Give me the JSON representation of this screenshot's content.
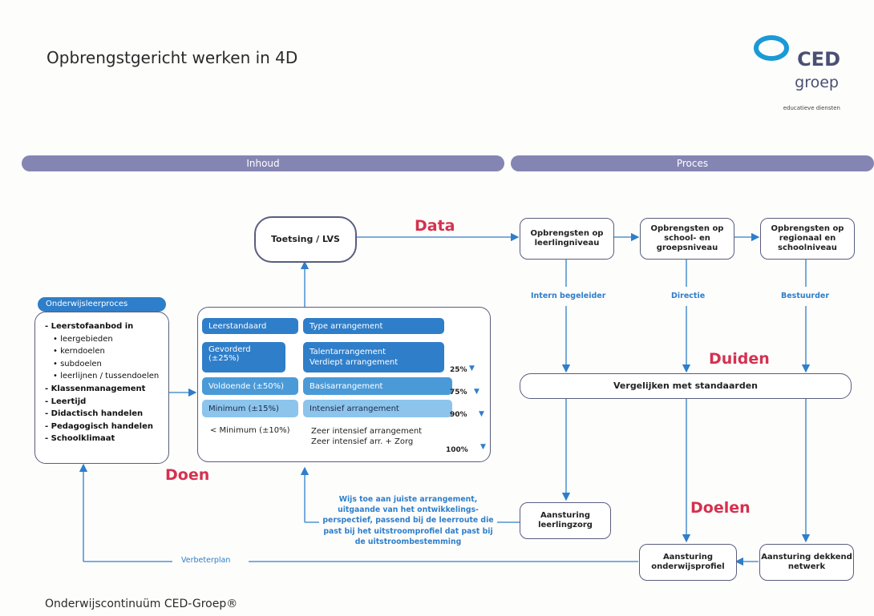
{
  "title": "Opbrengstgericht werken in 4D",
  "footer": "Onderwijscontinuüm CED-Groep®",
  "logo": {
    "name": "CED",
    "sub": "groep",
    "tagline": "educatieve diensten"
  },
  "headers": {
    "left": "Inhoud",
    "right": "Proces"
  },
  "toetsing": "Toetsing / LVS",
  "labels": {
    "data": "Data",
    "duiden": "Duiden",
    "doen": "Doen",
    "doelen": "Doelen"
  },
  "opbrengsten": [
    "Opbrengsten op leerlingniveau",
    "Opbrengsten op school- en groepsniveau",
    "Opbrengsten op regionaal en schoolniveau"
  ],
  "roles": [
    "Intern begeleider",
    "Directie",
    "Bestuurder"
  ],
  "vergelijken": "Vergelijken met standaarden",
  "aansturing": {
    "leerlingzorg": "Aansturing leerlingzorg",
    "onderwijsprofiel": "Aansturing onderwijsprofiel",
    "netwerk": "Aansturing dekkend netwerk"
  },
  "verbeterplan": "Verbeterplan",
  "wijs_toe": "Wijs toe aan juiste arrangement, uitgaande van het ontwikkelings-perspectief, passend bij de leerroute die past bij het uitstroomprofiel dat past bij de uitstroombestemming",
  "onderwijsleerproces": {
    "header": "Onderwijsleerproces",
    "leerstofaanbod": "Leerstofaanbod in",
    "sub_items": [
      "leergebieden",
      "kerndoelen",
      "subdoelen",
      "leerlijnen / tussendoelen"
    ],
    "items": [
      "Klassenmanagement",
      "Leertijd",
      "Didactisch handelen",
      "Pedagogisch handelen",
      "Schoolklimaat"
    ]
  },
  "table": {
    "header_left": "Leerstandaard",
    "header_right": "Type arrangement",
    "rows": [
      {
        "standard": "Gevorderd (±25%)",
        "arrangement1": "Talentarrangement",
        "arrangement2": "Verdiept arrangement",
        "pct": "25%"
      },
      {
        "standard": "Voldoende (±50%)",
        "arrangement1": "Basisarrangement",
        "arrangement2": "",
        "pct": "75%"
      },
      {
        "standard": "Minimum (±15%)",
        "arrangement1": "Intensief arrangement",
        "arrangement2": "",
        "pct": "90%"
      },
      {
        "standard": "< Minimum (±10%)",
        "arrangement1": "Zeer intensief arrangement",
        "arrangement2": "Zeer intensief arr. + Zorg",
        "pct": "100%"
      }
    ]
  },
  "colors": {
    "dark_blue": "#2f7ec9",
    "mid_blue": "#4a9ad8",
    "light_blue": "#8cc4ec",
    "red": "#d5314f",
    "header": "#8585b4",
    "line": "#2f7ec9"
  }
}
